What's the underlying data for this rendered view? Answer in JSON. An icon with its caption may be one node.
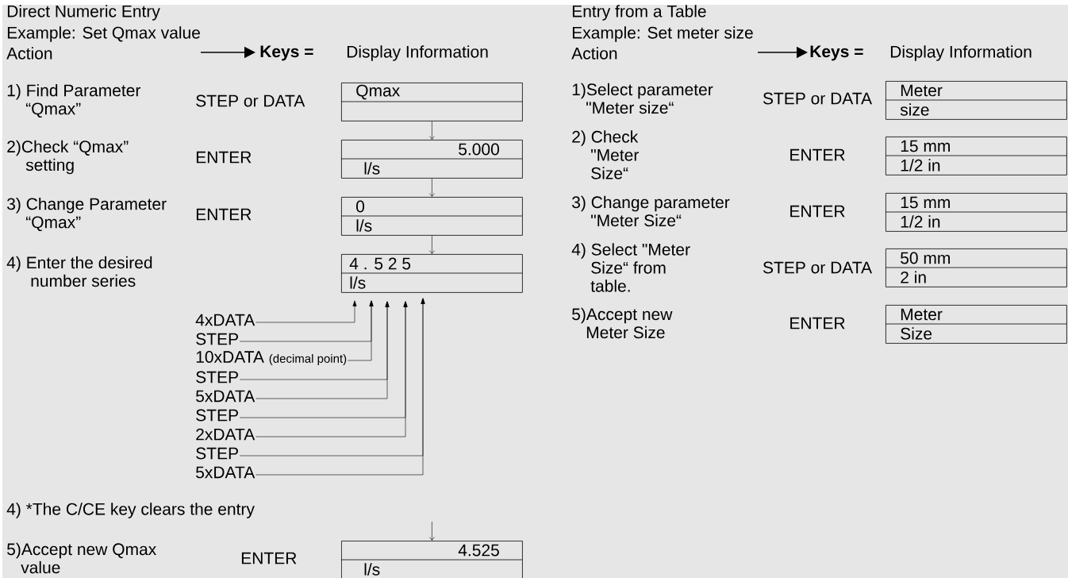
{
  "diagram": {
    "nodes": [
      {
        "text": [
          "Qmax"
        ]
      },
      {
        "text": [
          "5.000",
          "l/s"
        ]
      },
      {
        "text": [
          "0",
          "l/s"
        ]
      },
      {
        "text": [
          "4 . 5 2 5",
          "l/s"
        ]
      },
      {
        "text": [
          "4.525",
          "l/s"
        ]
      },
      {
        "text": [
          "4xDATA"
        ]
      },
      {
        "text": [
          "STEP"
        ]
      },
      {
        "text": [
          "10xDATA",
          "(decimal point)"
        ]
      },
      {
        "text": [
          "STEP"
        ]
      },
      {
        "text": [
          "5xDATA"
        ]
      },
      {
        "text": [
          "STEP"
        ]
      },
      {
        "text": [
          "2xDATA"
        ]
      },
      {
        "text": [
          "STEP"
        ]
      },
      {
        "text": [
          "5xDATA"
        ]
      },
      {
        "text": [
          "Meter",
          "size"
        ]
      },
      {
        "text": [
          "15 mm",
          "1/2 in"
        ]
      },
      {
        "text": [
          "15 mm",
          "1/2 in"
        ]
      },
      {
        "text": [
          "50 mm",
          "2 in"
        ]
      },
      {
        "text": [
          "Meter",
          "Size"
        ]
      }
    ],
    "edges": [
      {
        "from": 0,
        "to": 1,
        "arrow": "to"
      },
      {
        "from": 1,
        "to": 2,
        "arrow": "to"
      },
      {
        "from": 2,
        "to": 3,
        "arrow": "to"
      },
      {
        "from": null,
        "to": 4,
        "arrow": "to"
      },
      {
        "from": 5,
        "to": 3,
        "arrow": "to"
      },
      {
        "from": 6,
        "to": 3,
        "arrow": "to"
      },
      {
        "from": 7,
        "to": 3,
        "arrow": "to"
      },
      {
        "from": 8,
        "to": 3,
        "arrow": "to"
      },
      {
        "from": 9,
        "to": 3,
        "arrow": "to"
      },
      {
        "from": 10,
        "to": 3,
        "arrow": "to"
      },
      {
        "from": 11,
        "to": 3,
        "arrow": "to"
      },
      {
        "from": 12,
        "to": 3,
        "arrow": "to"
      },
      {
        "from": 13,
        "to": 3,
        "arrow": "to"
      }
    ],
    "labels": [
      "Direct Numeric Entry",
      "Example: Set Qmax value",
      "Action",
      "Keys =",
      "Display Information",
      "1) Find Parameter “Qmax”",
      "STEP or DATA",
      "2)Check “Qmax” setting",
      "ENTER",
      "3) Change Parameter “Qmax”",
      "ENTER",
      "4) Enter the desired number series",
      "4) *The C/CE key clears the entry",
      "5)Accept new Qmax value",
      "ENTER",
      "Entry from a Table",
      "Example: Set meter size",
      "Action",
      "Keys =",
      "Display Information",
      "1)Select parameter \"Meter size“",
      "STEP or DATA",
      "2) Check \"Meter Size“",
      "ENTER",
      "3) Change parameter \"Meter Size“",
      "ENTER",
      "4) Select \"Meter Size“ from table.",
      "STEP or DATA",
      "5)Accept new Meter Size",
      "ENTER"
    ]
  }
}
